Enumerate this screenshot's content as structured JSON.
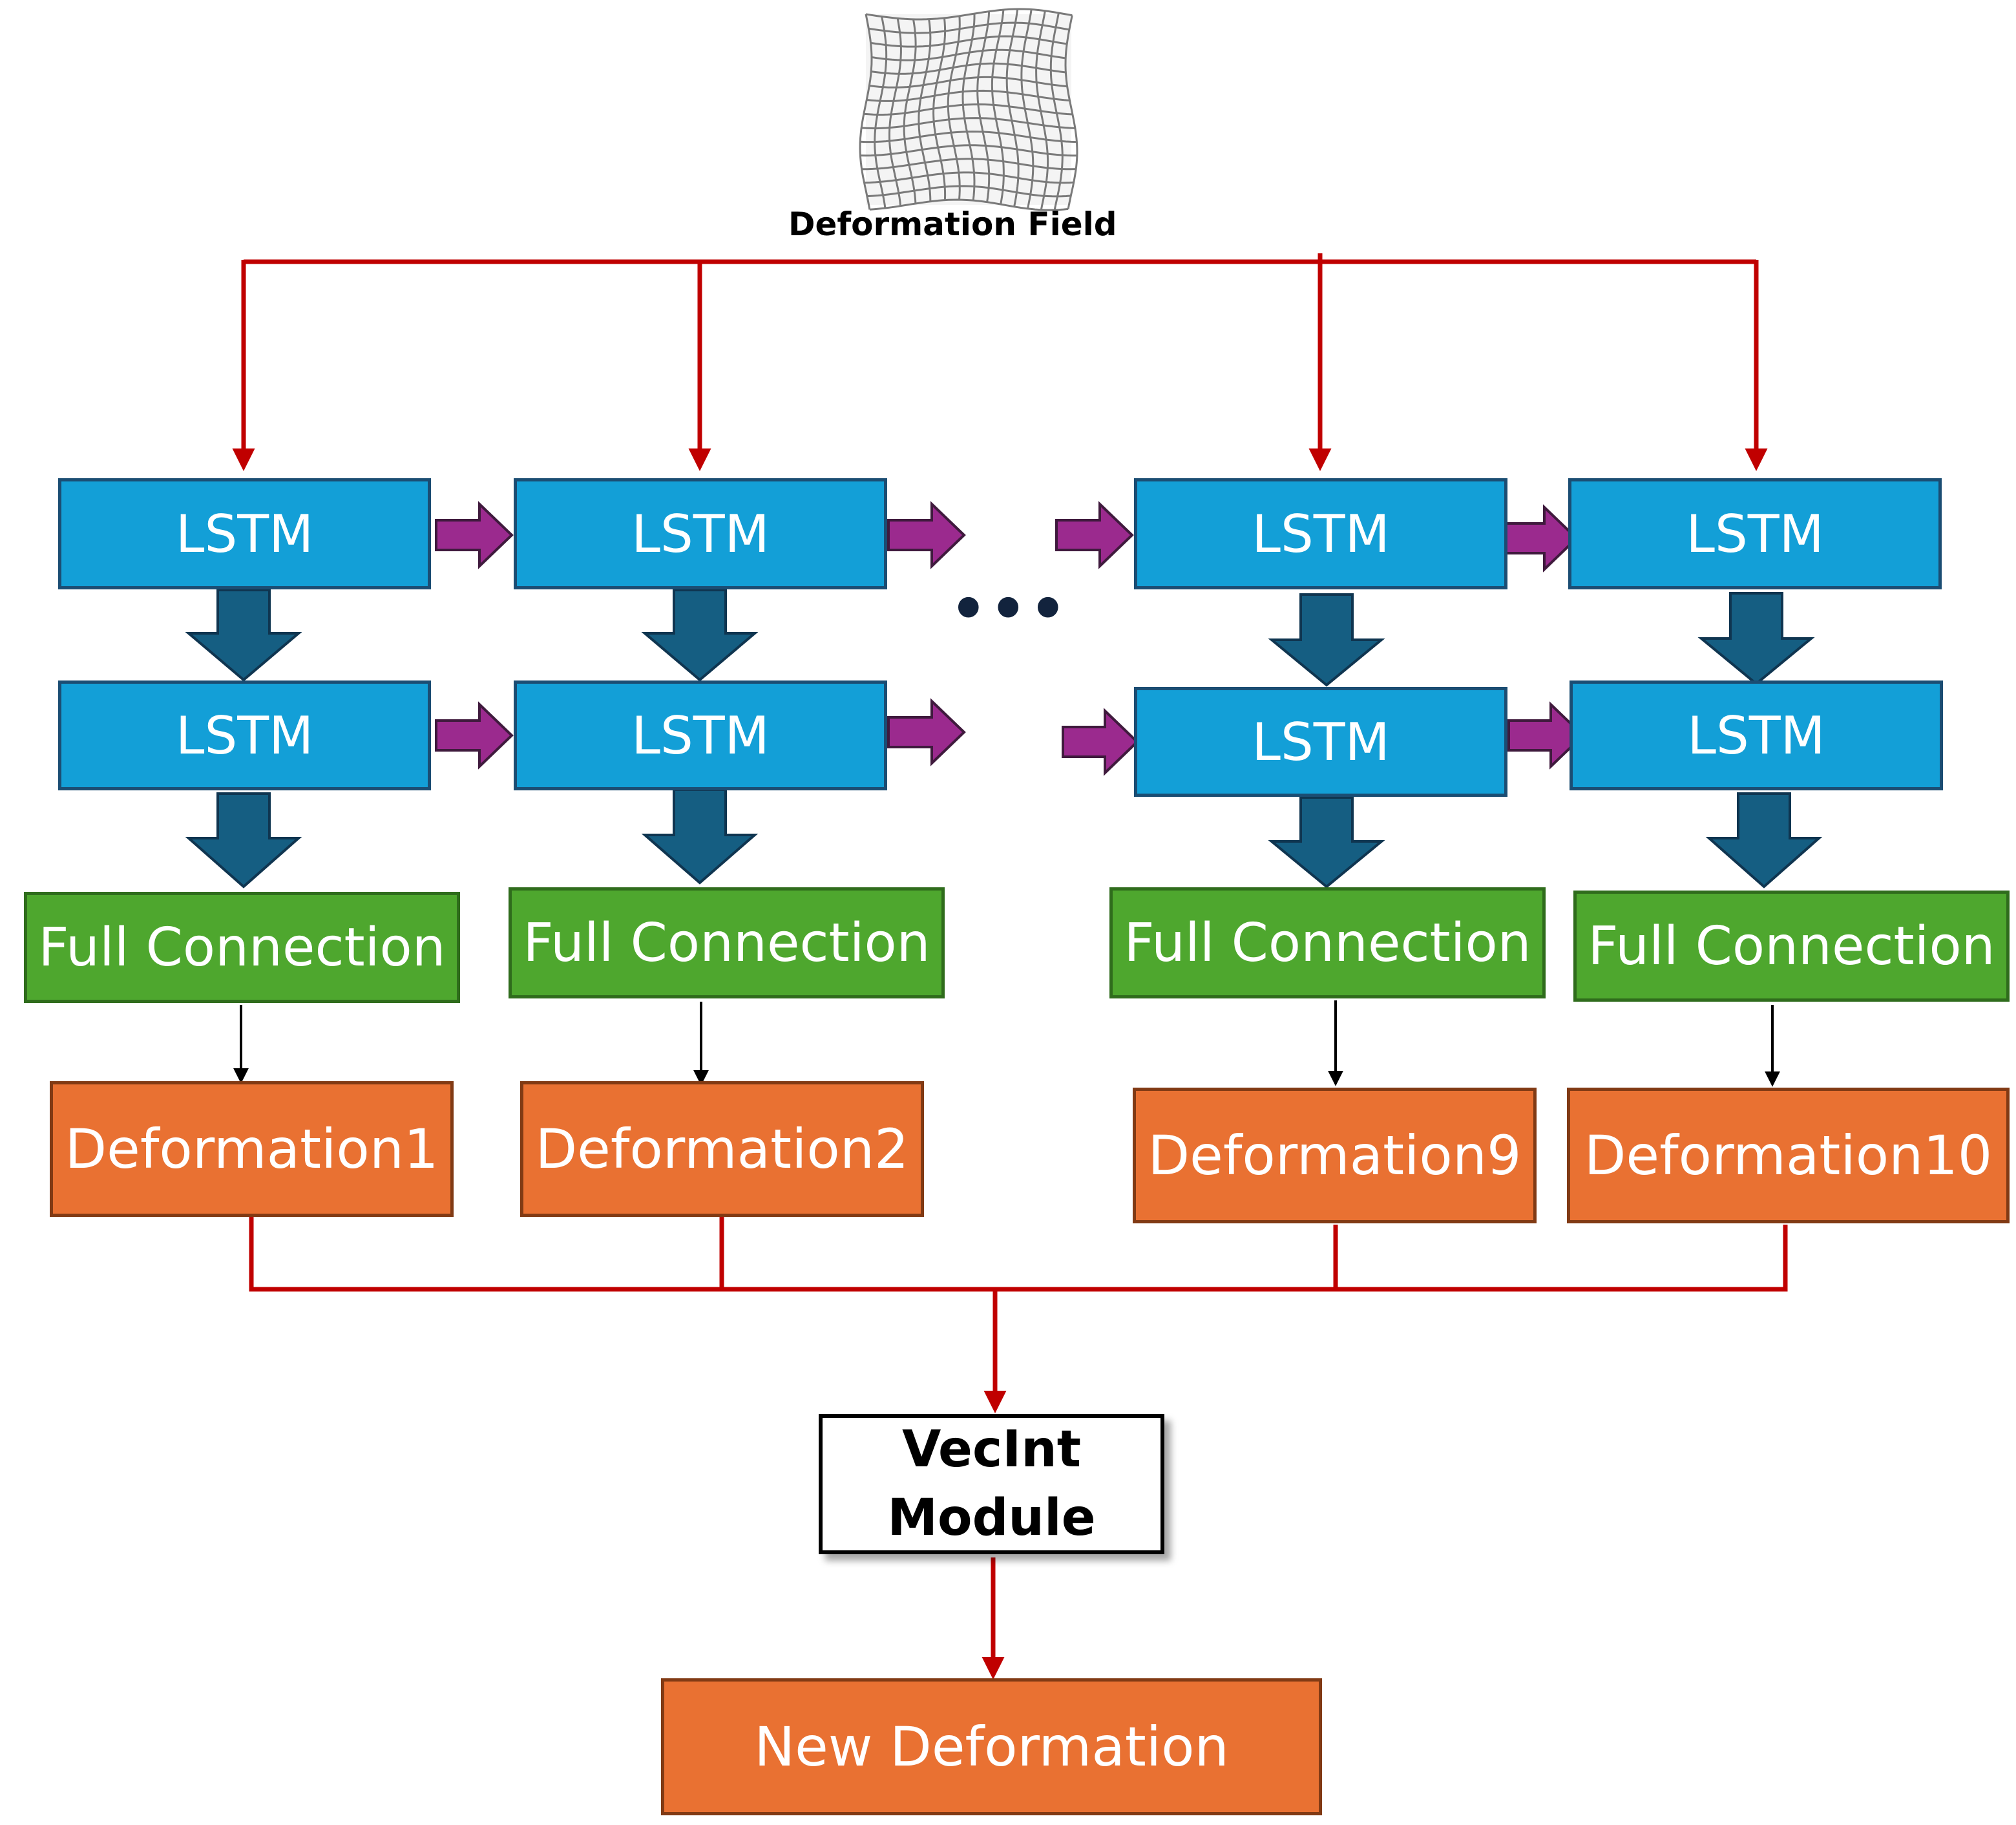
{
  "title_image": {
    "label": "Deformation Field",
    "icon": "deformation-grid-icon"
  },
  "columns": [
    {
      "lstm_top": "LSTM",
      "lstm_bottom": "LSTM",
      "fc": "Full Connection",
      "deformation": "Deformation1"
    },
    {
      "lstm_top": "LSTM",
      "lstm_bottom": "LSTM",
      "fc": "Full Connection",
      "deformation": "Deformation2"
    },
    {
      "lstm_top": "LSTM",
      "lstm_bottom": "LSTM",
      "fc": "Full Connection",
      "deformation": "Deformation9"
    },
    {
      "lstm_top": "LSTM",
      "lstm_bottom": "LSTM",
      "fc": "Full Connection",
      "deformation": "Deformation10"
    }
  ],
  "ellipsis": "•••",
  "vecint": {
    "line1": "VecInt",
    "line2": "Module"
  },
  "output": "New Deformation",
  "colors": {
    "lstm": "#139fd7",
    "full_connection": "#4ea72e",
    "deformation": "#e97132",
    "red_connector": "#c00000",
    "recurrent_arrow": "#9b2a8e",
    "down_arrow": "#155e82"
  }
}
